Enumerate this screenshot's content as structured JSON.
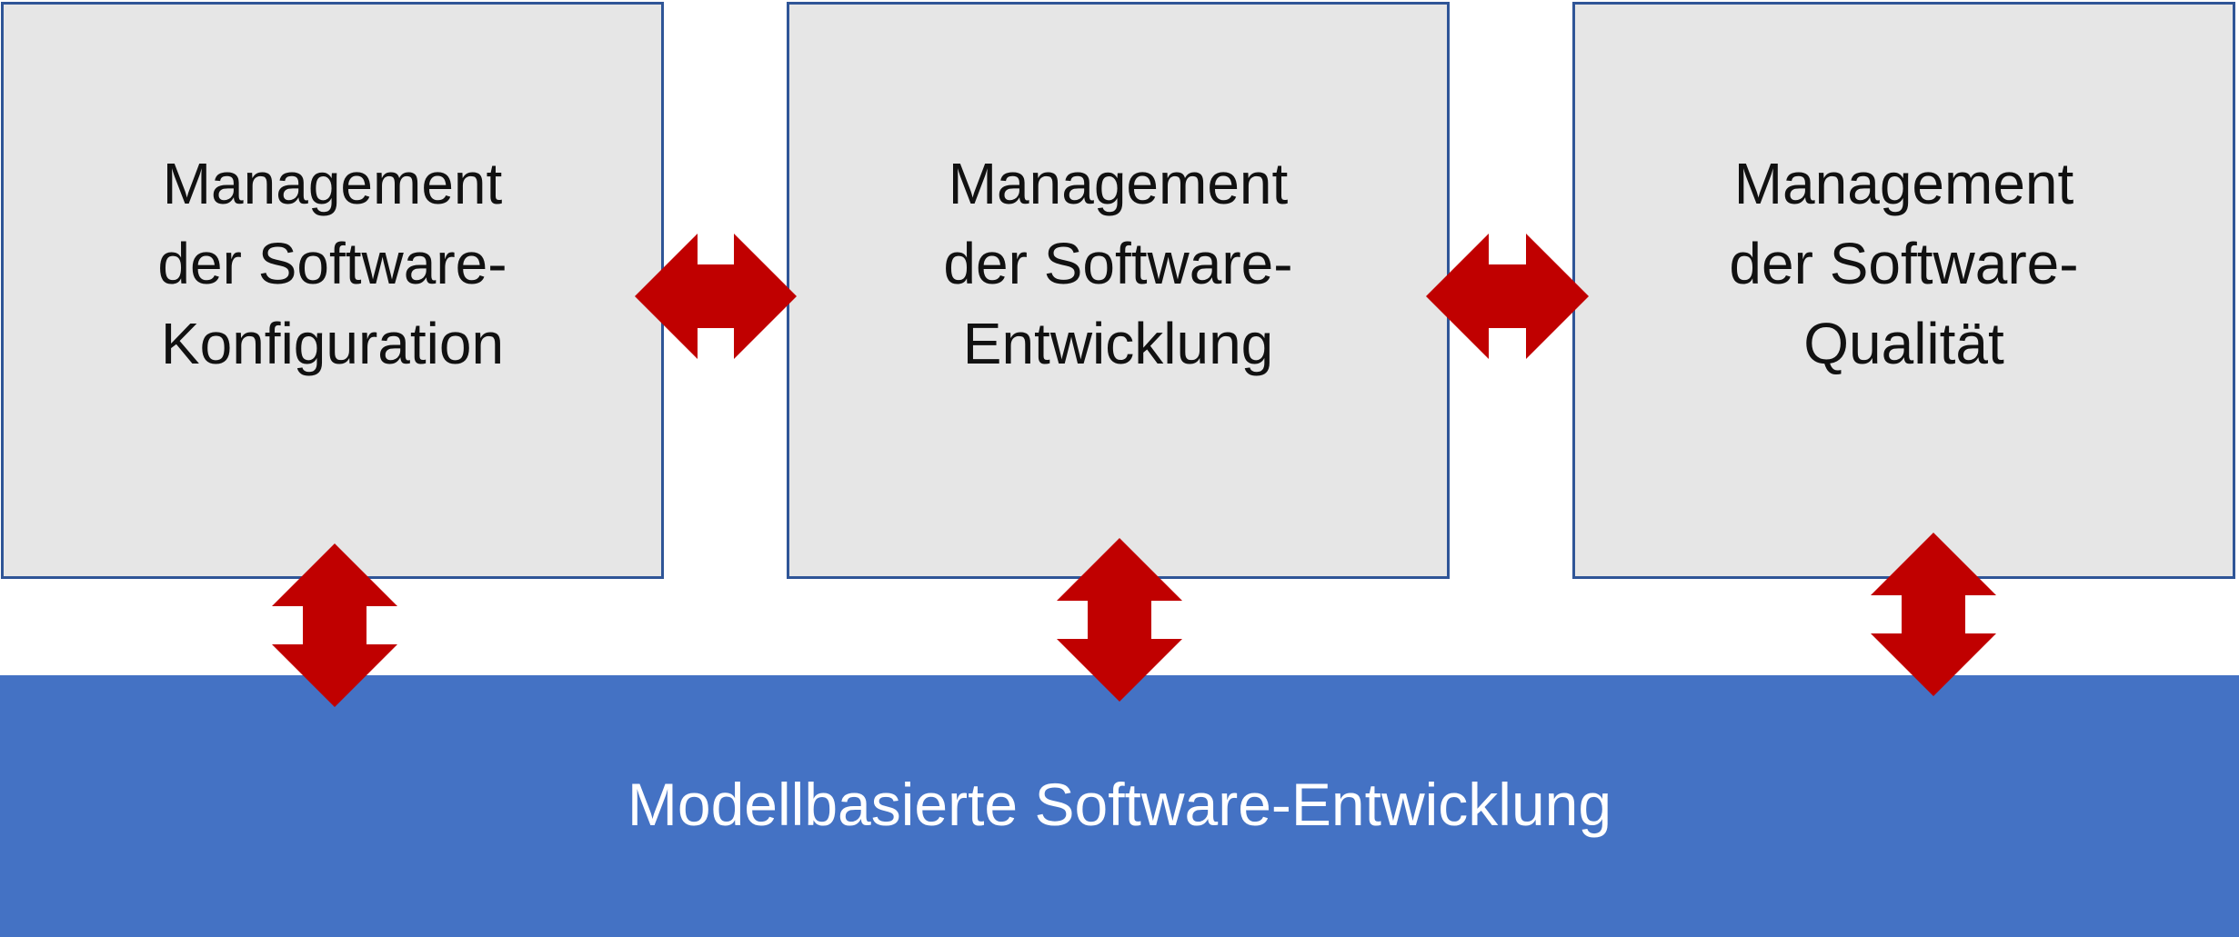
{
  "boxes": [
    {
      "lines": [
        "Management",
        "der Software-",
        "Konfiguration"
      ]
    },
    {
      "lines": [
        "Management",
        "der Software-",
        "Entwicklung"
      ]
    },
    {
      "lines": [
        "Management",
        "der Software-",
        "Qualität"
      ]
    }
  ],
  "foundation": {
    "label": "Modellbasierte Software-Entwicklung"
  },
  "colors": {
    "box_fill": "#e6e6e6",
    "box_border": "#2f5597",
    "foundation_fill": "#4472c4",
    "arrow": "#c00000"
  },
  "arrows": [
    {
      "type": "double-horizontal",
      "connects": [
        "boxes.0",
        "boxes.1"
      ]
    },
    {
      "type": "double-horizontal",
      "connects": [
        "boxes.1",
        "boxes.2"
      ]
    },
    {
      "type": "double-vertical",
      "connects": [
        "boxes.0",
        "foundation"
      ]
    },
    {
      "type": "double-vertical",
      "connects": [
        "boxes.1",
        "foundation"
      ]
    },
    {
      "type": "double-vertical",
      "connects": [
        "boxes.2",
        "foundation"
      ]
    }
  ]
}
